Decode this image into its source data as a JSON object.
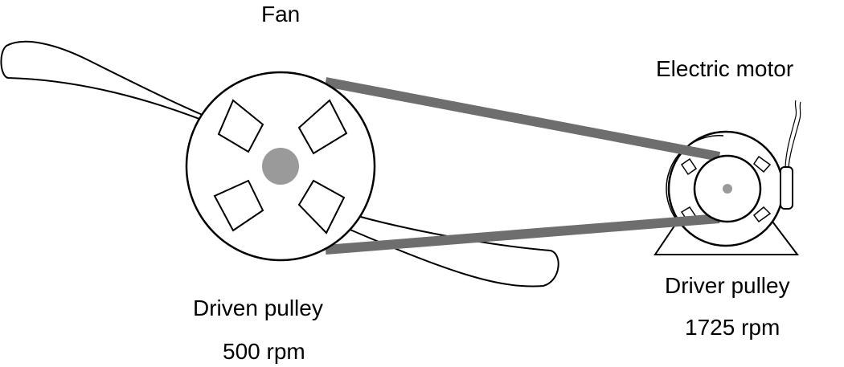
{
  "labels": {
    "fan": "Fan",
    "motor": "Electric motor",
    "driven_pulley": "Driven pulley",
    "driven_speed": "500 rpm",
    "driver_pulley": "Driver pulley",
    "driver_speed": "1725 rpm"
  },
  "colors": {
    "line": "#000000",
    "belt": "#6e6e6e",
    "hub": "#9a9a9a",
    "background": "#ffffff"
  }
}
